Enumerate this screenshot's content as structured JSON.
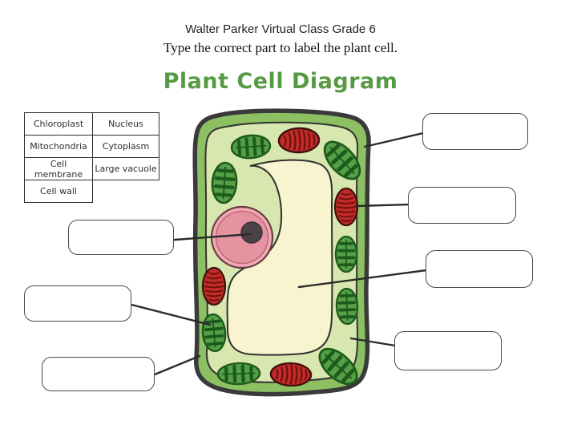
{
  "header": {
    "line1": "Walter Parker Virtual Class Grade 6",
    "line2": "Type the correct part to label the plant cell."
  },
  "title": "Plant Cell Diagram",
  "word_bank": {
    "terms": [
      "Chloroplast",
      "Nucleus",
      "Mitochondria",
      "Cytoplasm",
      "Cell membrane",
      "Large vacuole",
      "Cell wall"
    ]
  },
  "answer_boxes": [
    {
      "id": "answer-box-top-right",
      "value": ""
    },
    {
      "id": "answer-box-right-upper",
      "value": ""
    },
    {
      "id": "answer-box-right-middle",
      "value": ""
    },
    {
      "id": "answer-box-right-lower",
      "value": ""
    },
    {
      "id": "answer-box-left-upper",
      "value": ""
    },
    {
      "id": "answer-box-left-middle",
      "value": ""
    },
    {
      "id": "answer-box-left-lower",
      "value": ""
    }
  ],
  "colors": {
    "title-green": "#579a44",
    "outline-dark": "#3a3a3a",
    "wall-green": "#8cc063",
    "cytoplasm-green": "#d7e7af",
    "vacuole-cream": "#f8f4cf",
    "chloroplast-fill": "#55a046",
    "chloroplast-dark": "#1d5a1c",
    "mito-fill": "#c22b28",
    "mito-dark": "#6d1210",
    "nucleus-fill": "#efaab4",
    "nucleus-inner": "#e593a0",
    "nucleolus-dark": "#4b4247",
    "leader-line": "#2b2b2b",
    "box-border": "#4a4a4a",
    "text-dark": "#1f1f1f"
  }
}
